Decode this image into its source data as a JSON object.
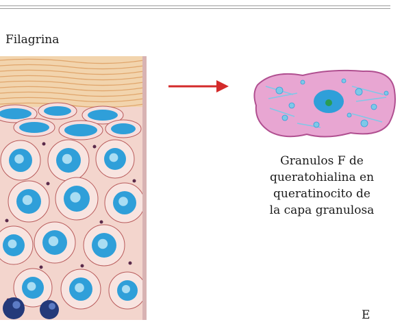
{
  "title": "Filagrina",
  "caption_lines": [
    "Granulos F de",
    "queratohialina en",
    "queratinocito de",
    "la capa granulosa"
  ],
  "corner_label": "E",
  "colors": {
    "arrow": "#d32a2a",
    "cell_fill": "#e8a6d2",
    "cell_edge": "#b04f90",
    "nucleus": "#2f9fd9",
    "nucleolus": "#2a9c54",
    "granule": "#7ec8e8",
    "stratum_corneum": "#f2d4ad",
    "tissue_bg": "#f3d5cd",
    "membrane": "#b85a5a",
    "dark_cell": "#243a7a"
  }
}
